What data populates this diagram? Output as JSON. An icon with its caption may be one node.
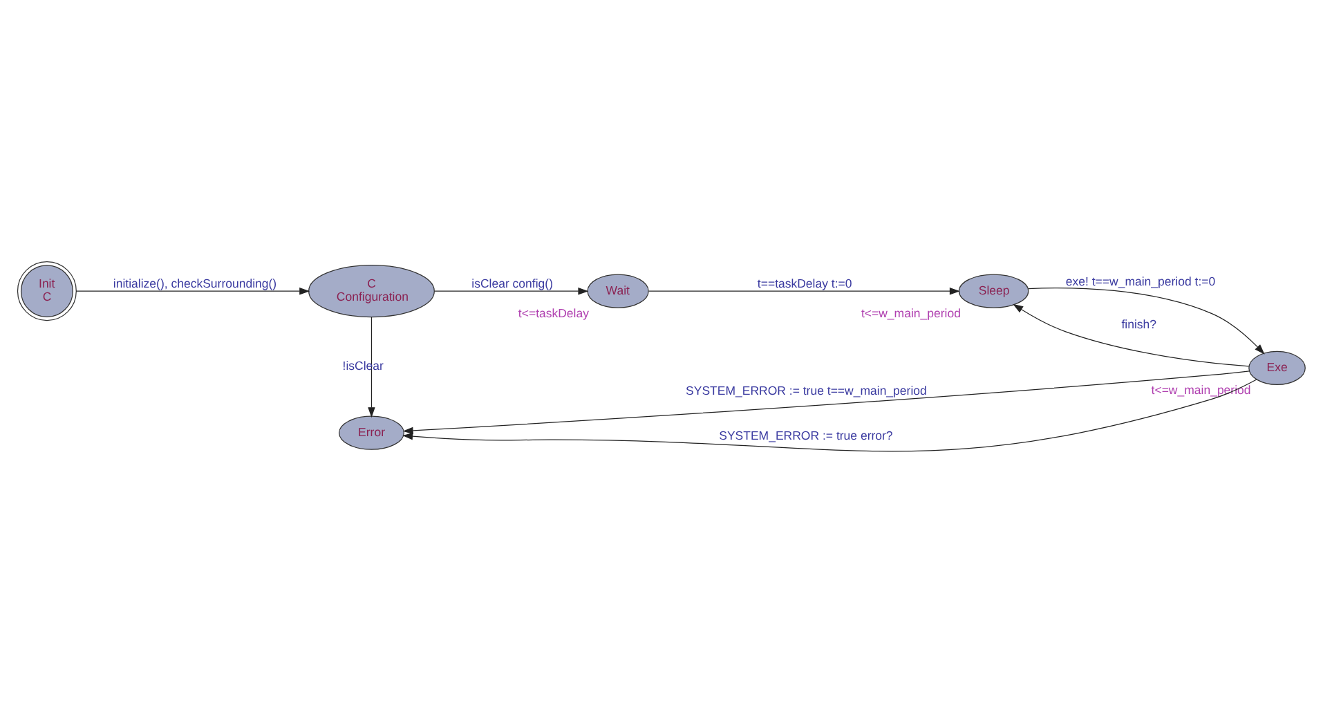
{
  "diagram": {
    "nodes": [
      {
        "text": [
          "Init",
          "C"
        ]
      },
      {
        "text": [
          "C",
          "Configuration"
        ]
      },
      {
        "text": [
          "Wait"
        ],
        "beside": [
          "t<=taskDelay"
        ]
      },
      {
        "text": [
          "Sleep"
        ],
        "beside": [
          "t<=w_main_period"
        ]
      },
      {
        "text": [
          "Exe"
        ],
        "beside": [
          "t<=w_main_period"
        ]
      },
      {
        "text": [
          "Error"
        ]
      }
    ],
    "edges": [
      {
        "from": 0,
        "to": 1,
        "arrow": "to",
        "label": "initialize(), checkSurrounding()"
      },
      {
        "from": 1,
        "to": 2,
        "arrow": "to",
        "label": "isClear config()"
      },
      {
        "from": 1,
        "to": 5,
        "arrow": "to",
        "label": "!isClear"
      },
      {
        "from": 2,
        "to": 3,
        "arrow": "to",
        "label": "t==taskDelay t:=0"
      },
      {
        "from": 3,
        "to": 4,
        "arrow": "to",
        "label": "exe! t==w_main_period t:=0"
      },
      {
        "from": 4,
        "to": 3,
        "arrow": "to",
        "label": "finish?"
      },
      {
        "from": 4,
        "to": 5,
        "arrow": "to",
        "label": "SYSTEM_ERROR := true t==w_main_period"
      },
      {
        "from": 4,
        "to": 5,
        "arrow": "to",
        "label": "SYSTEM_ERROR := true error?"
      }
    ]
  }
}
